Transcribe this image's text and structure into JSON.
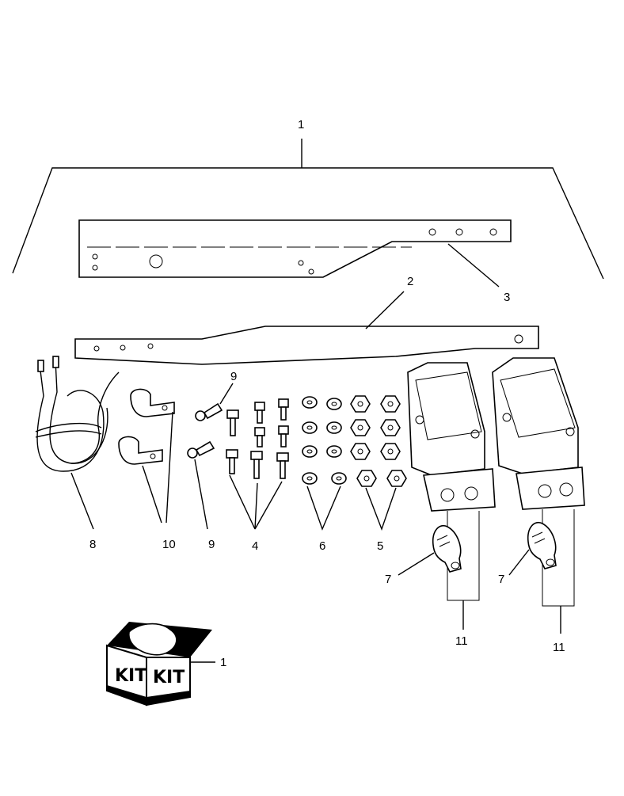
{
  "callouts": {
    "kit_top": "1",
    "bracket_long": "2",
    "bracket_upper": "3",
    "bolts": "4",
    "nuts": "5",
    "washers": "6",
    "bulb_left": "7",
    "bulb_right": "7",
    "harness": "8",
    "terminal_upper": "9",
    "terminal_lower": "9",
    "clamps": "10",
    "lamp_left": "11",
    "lamp_right": "11",
    "kit_box": "1"
  },
  "kit_box": {
    "label_left": "KIT",
    "label_right": "KIT"
  }
}
